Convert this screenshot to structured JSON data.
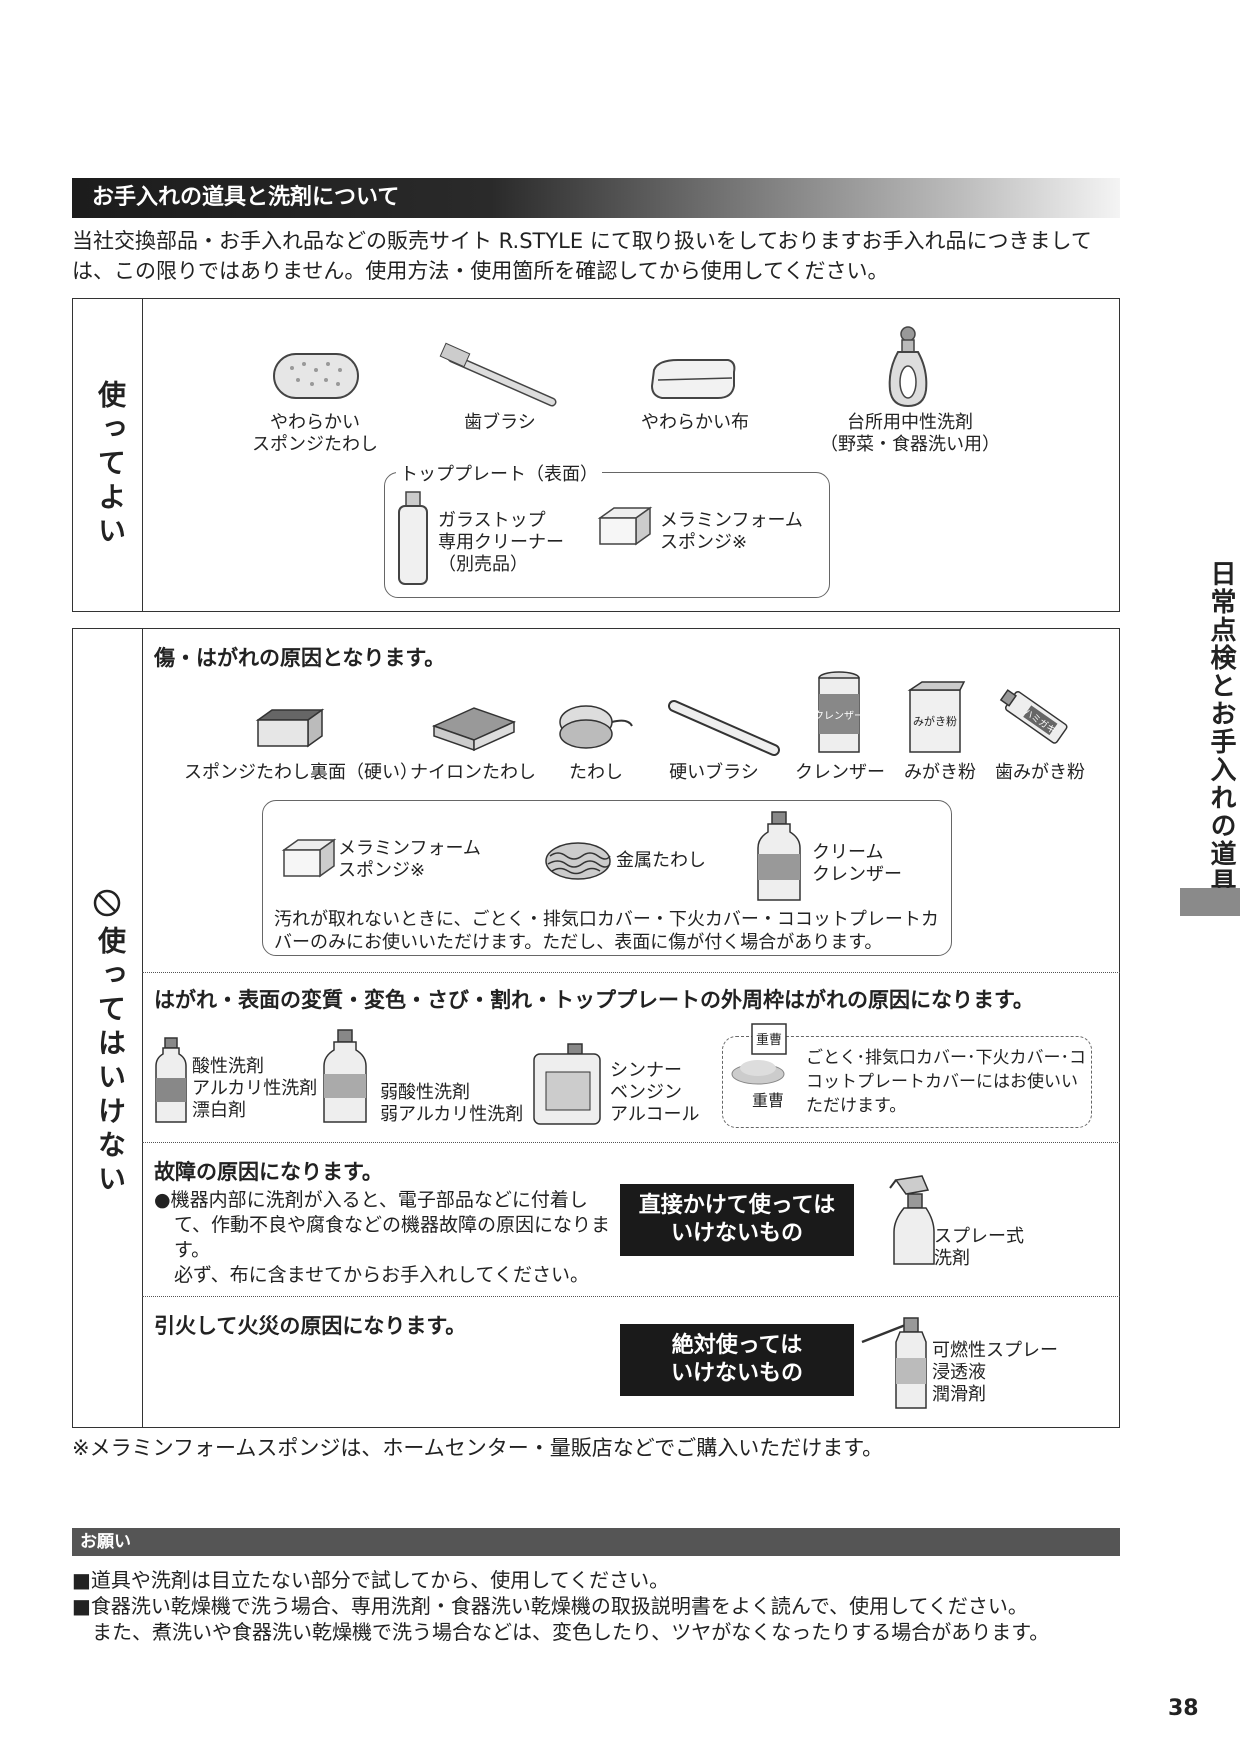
{
  "header": {
    "title": "お手入れの道具と洗剤について"
  },
  "intro": "当社交換部品・お手入れ品などの販売サイト R.STYLE にて取り扱いをしておりますお手入れ品につきましては、この限りではありません。使用方法・使用箇所を確認してから使用してください。",
  "ok": {
    "label": "使ってよい",
    "items": [
      {
        "label": "やわらかい\nスポンジたわし",
        "icon": "soft-sponge-icon"
      },
      {
        "label": "歯ブラシ",
        "icon": "toothbrush-icon"
      },
      {
        "label": "やわらかい布",
        "icon": "soft-cloth-icon"
      },
      {
        "label": "台所用中性洗剤\n（野菜・食器洗い用）",
        "icon": "dish-detergent-icon"
      }
    ],
    "topplate": {
      "label": "トッププレート（表面）",
      "glass_cleaner": "ガラストップ\n専用クリーナー\n（別売品）",
      "melamine": "メラミンフォーム\nスポンジ※"
    }
  },
  "ng": {
    "label": "使ってはいけない",
    "sec1": {
      "heading": "傷・はがれの原因となります。",
      "items": [
        "スポンジたわし裏面（硬い）",
        "ナイロンたわし",
        "たわし",
        "硬いブラシ",
        "クレンザー",
        "みがき粉",
        "歯みがき粉"
      ],
      "can_label": "クレンザー",
      "box_label": "みがき粉",
      "tube_label": "ハミガキ",
      "inner": {
        "melamine": "メラミンフォーム\nスポンジ※",
        "metal": "金属たわし",
        "cream": "クリーム\nクレンザー",
        "note": "汚れが取れないときに、ごとく・排気口カバー・下火カバー・ココットプレートカバーのみにお使いいただけます。ただし、表面に傷が付く場合があります。"
      }
    },
    "sec2": {
      "heading": "はがれ・表面の変質・変色・さび・割れ・トッププレートの外周枠はがれの原因になります。",
      "acid": "酸性洗剤\nアルカリ性洗剤\n漂白剤",
      "weak": "弱酸性洗剤\n弱アルカリ性洗剤",
      "thinner": "シンナー\nベンジン\nアルコール",
      "soda_box": "重曹",
      "soda_label": "重曹",
      "soda_note": "ごとく･排気口カバー･下火カバー･ココットプレートカバーにはお使いいただけます。"
    },
    "sec3": {
      "heading": "故障の原因になります。",
      "bullet": "●機器内部に洗剤が入ると、電子部品などに付着して、作動不良や腐食などの機器故障の原因になります。",
      "sub": "必ず、布に含ませてからお手入れしてください。",
      "black": "直接かけて使っては\nいけないもの",
      "spray": "スプレー式\n洗剤"
    },
    "sec4": {
      "heading": "引火して火災の原因になります。",
      "black": "絶対使っては\nいけないもの",
      "flammable": "可燃性スプレー\n浸透液\n潤滑剤"
    }
  },
  "footnote": "※メラミンフォームスポンジは、ホームセンター・量販店などでご購入いただけます。",
  "onegai": {
    "title": "お願い",
    "lines": [
      "■道具や洗剤は目立たない部分で試してから、使用してください。",
      "■食器洗い乾燥機で洗う場合、専用洗剤・食器洗い乾燥機の取扱説明書をよく読んで、使用してください。",
      "　また、煮洗いや食器洗い乾燥機で洗う場合などは、変色したり、ツヤがなくなったりする場合があります。"
    ]
  },
  "side_tab": "日常点検とお手入れの道具",
  "page_number": "38"
}
